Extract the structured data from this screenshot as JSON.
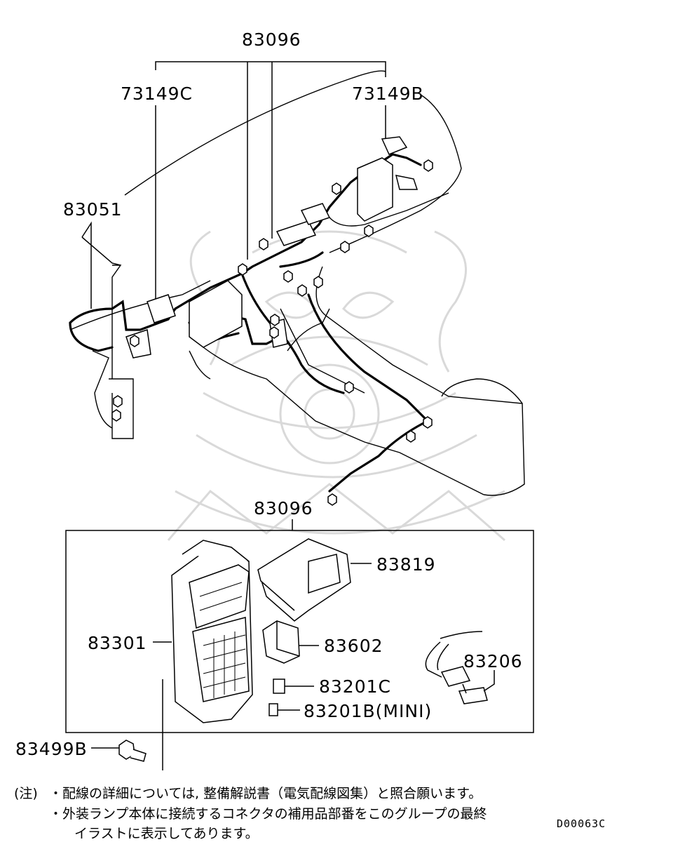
{
  "parts": {
    "top_main": "83096",
    "top_left": "73149C",
    "top_right": "73149B",
    "left": "83051",
    "box_main": "83096",
    "cover": "83819",
    "junction_block": "83301",
    "relay": "83602",
    "fuse_c": "83201C",
    "fuse_b": "83201B(MINI)",
    "harness_small": "83206",
    "bolt": "83499B"
  },
  "notes": {
    "line1_prefix": "(注)",
    "line1": "・配線の詳細については, 整備解説書（電気配線図集）と照合願います。",
    "line2": "・外装ランプ本体に接続するコネクタの補用品部番をこのグループの最終",
    "line3": "イラストに表示してあります。"
  },
  "drawing_code": "D00063C"
}
